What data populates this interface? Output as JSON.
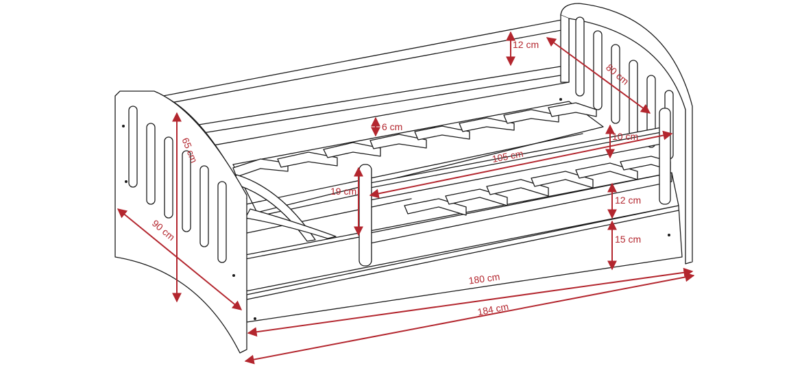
{
  "colors": {
    "dimension": "#b3262e",
    "outline": "#1a1a1a",
    "background": "#ffffff"
  },
  "dimensions": {
    "top_rail_height": "12 cm",
    "headboard_depth": "80 cm",
    "slat_gap": "6 cm",
    "guard_rail_height": "10 cm",
    "guard_rail_length": "105 cm",
    "opening_height": "19 cm",
    "front_rail_height": "12 cm",
    "drawer_height": "15 cm",
    "mattress_length": "180 cm",
    "overall_length": "184 cm",
    "overall_height": "65 cm",
    "overall_width": "90 cm"
  }
}
